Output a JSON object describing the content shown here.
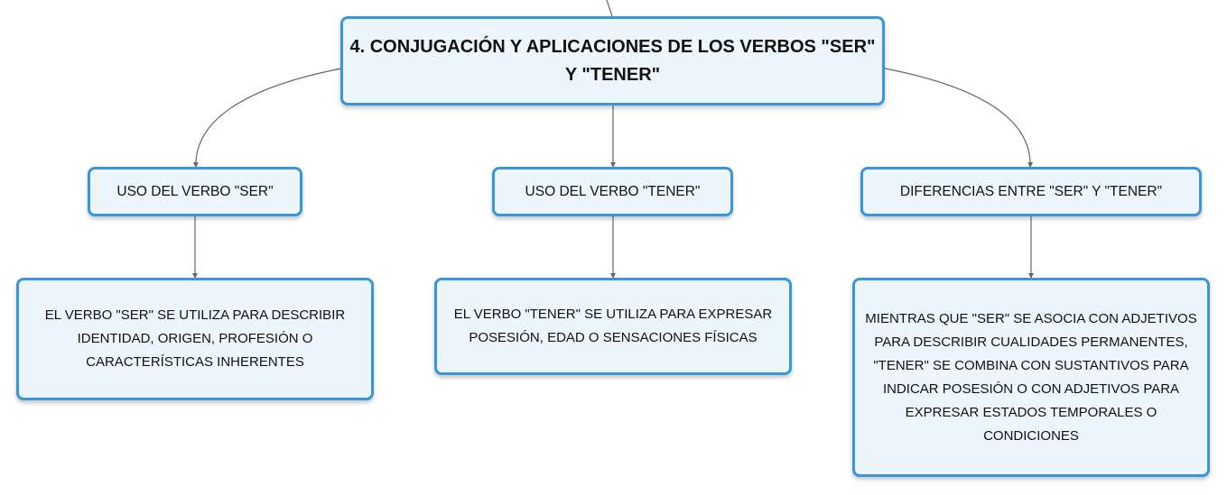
{
  "map": {
    "root": {
      "title": "4. CONJUGACIÓN Y APLICACIONES DE LOS VERBOS \"SER\" Y \"TENER\""
    },
    "branches": [
      {
        "label": "USO DEL VERBO \"SER\"",
        "detail": "EL VERBO \"SER\" SE UTILIZA PARA DESCRIBIR IDENTIDAD, ORIGEN, PROFESIÓN O CARACTERÍSTICAS INHERENTES"
      },
      {
        "label": "USO DEL VERBO \"TENER\"",
        "detail": "EL VERBO \"TENER\" SE UTILIZA PARA EXPRESAR POSESIÓN, EDAD O SENSACIONES FÍSICAS"
      },
      {
        "label": "DIFERENCIAS ENTRE \"SER\" Y \"TENER\"",
        "detail": "MIENTRAS QUE \"SER\" SE ASOCIA CON ADJETIVOS PARA DESCRIBIR CUALIDADES PERMANENTES, \"TENER\" SE COMBINA CON SUSTANTIVOS PARA INDICAR POSESIÓN O CON ADJETIVOS PARA EXPRESAR ESTADOS TEMPORALES O CONDICIONES"
      }
    ]
  },
  "colors": {
    "node_border": "#3796dd",
    "node_fill": "#eef6fd",
    "connector": "#666666",
    "background": "#ffffff"
  }
}
